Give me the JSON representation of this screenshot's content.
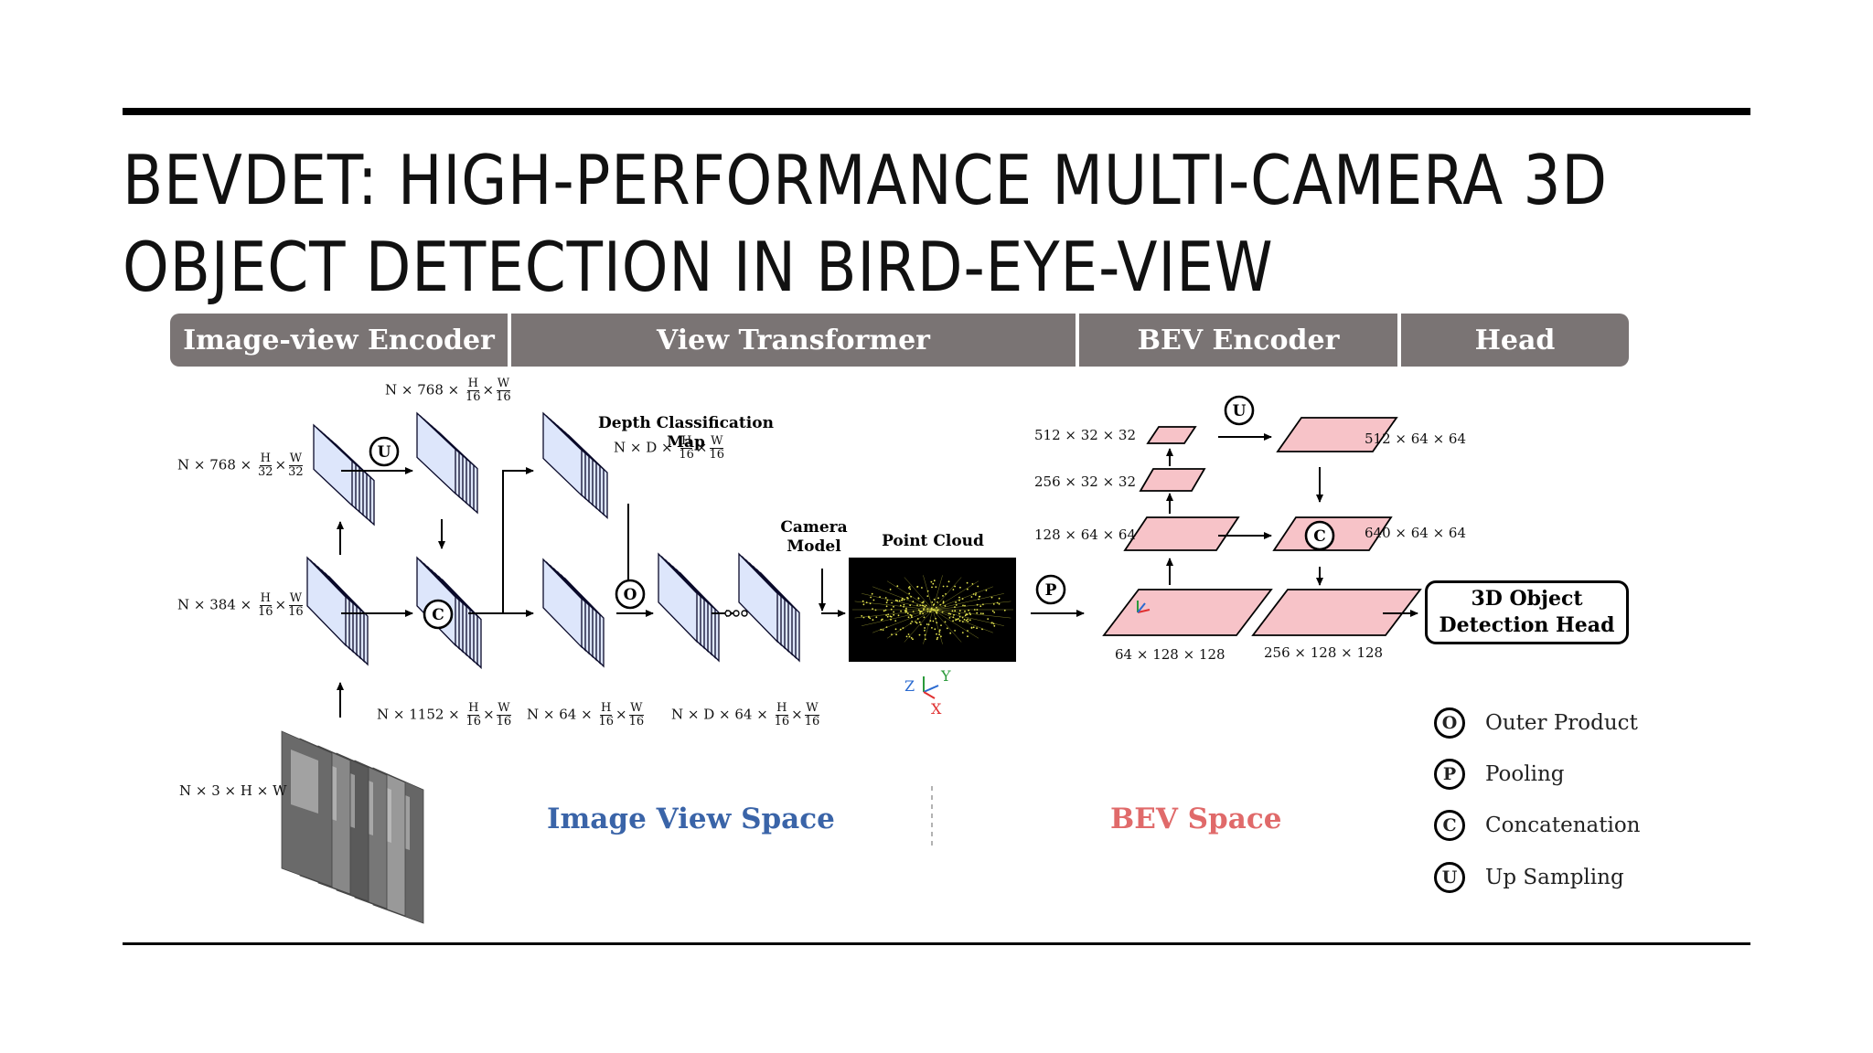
{
  "slide": {
    "title_line1": "BEVDET: HIGH-PERFORMANCE MULTI-CAMERA 3D",
    "title_line2": "OBJECT DETECTION IN BIRD-EYE-VIEW"
  },
  "diagram": {
    "stages": [
      "Image-view Encoder",
      "View Transformer",
      "BEV Encoder",
      "Head"
    ],
    "captions": {
      "depth_map": "Depth Classification Map",
      "camera_model_1": "Camera",
      "camera_model_2": "Model",
      "point_cloud": "Point Cloud",
      "head_line1": "3D Object",
      "head_line2": "Detection Head"
    },
    "dims": {
      "input": "N × 3 × H × W",
      "enc_low_prefix": "N × 768 ×",
      "enc_low_h": "H",
      "enc_low_hd": "32",
      "enc_low_w": "W",
      "enc_low_wd": "32",
      "enc_mid_prefix": "N × 384 ×",
      "enc_mid_h": "H",
      "enc_mid_hd": "16",
      "enc_mid_w": "W",
      "enc_mid_wd": "16",
      "up_prefix": "N × 768 ×",
      "up_h": "H",
      "up_hd": "16",
      "up_w": "W",
      "up_wd": "16",
      "cat_prefix": "N × 1152 ×",
      "cat_h": "H",
      "cat_hd": "16",
      "cat_w": "W",
      "cat_wd": "16",
      "depth_prefix": "N × D ×",
      "depth_h": "H",
      "depth_hd": "16",
      "depth_w": "W",
      "depth_wd": "16",
      "feat_prefix": "N × 64 ×",
      "feat_h": "H",
      "feat_hd": "16",
      "feat_w": "W",
      "feat_wd": "16",
      "outer_prefix": "N × D × 64 ×",
      "outer_h": "H",
      "outer_hd": "16",
      "outer_w": "W",
      "outer_wd": "16",
      "bev_512_32": "512 × 32 × 32",
      "bev_256_32": "256 × 32 × 32",
      "bev_128_64": "128 × 64 × 64",
      "bev_64_128": "64 × 128 × 128",
      "bev_512_64": "512 × 64 × 64",
      "bev_640_64": "640 × 64 × 64",
      "bev_256_128": "256 × 128 × 128"
    },
    "ops": {
      "outer": "O",
      "pool": "P",
      "concat": "C",
      "up": "U"
    },
    "axes": {
      "z": "Z",
      "y": "Y",
      "x": "X"
    },
    "spaces": {
      "image": "Image View Space",
      "bev": "BEV Space"
    },
    "legend": [
      {
        "symbol": "O",
        "label": "Outer Product"
      },
      {
        "symbol": "P",
        "label": "Pooling"
      },
      {
        "symbol": "C",
        "label": "Concatenation"
      },
      {
        "symbol": "U",
        "label": "Up Sampling"
      }
    ],
    "colors": {
      "header": "#7a7474",
      "feature_map": "#dde6fb",
      "bev_map": "#f7c3c8",
      "image_space": "#3a64a8",
      "bev_space": "#e06a6a"
    }
  }
}
